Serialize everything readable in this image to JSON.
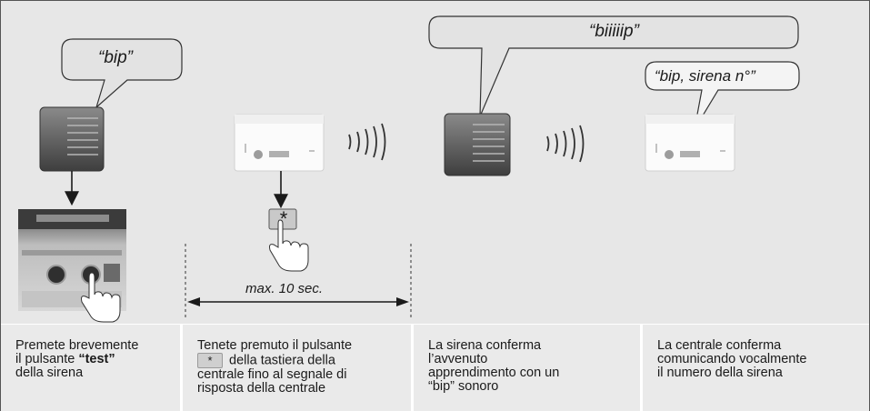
{
  "bubbles": {
    "siren_bip": "“bip”",
    "siren_long_bip": "“biiiiip”",
    "central_bip": "“bip, sirena n°”"
  },
  "keypad": {
    "key_symbol": "*"
  },
  "timing": {
    "max_label": "max. 10 sec."
  },
  "steps": [
    {
      "line1": "Premete brevemente",
      "line2_prefix": "il pulsante ",
      "line2_bold": "“test”",
      "line3": "della sirena"
    },
    {
      "line1": "Tenete premuto il pulsante",
      "key": "*",
      "line2_suffix": " della tastiera della",
      "line3": "centrale fino al segnale di",
      "line4": "risposta della centrale"
    },
    {
      "line1": "La sirena conferma",
      "line2": "l’avvenuto",
      "line3": "apprendimento con un",
      "line4": "“bip” sonoro"
    },
    {
      "line1": "La centrale conferma",
      "line2": "comunicando vocalmente",
      "line3": "il numero della sirena"
    }
  ]
}
